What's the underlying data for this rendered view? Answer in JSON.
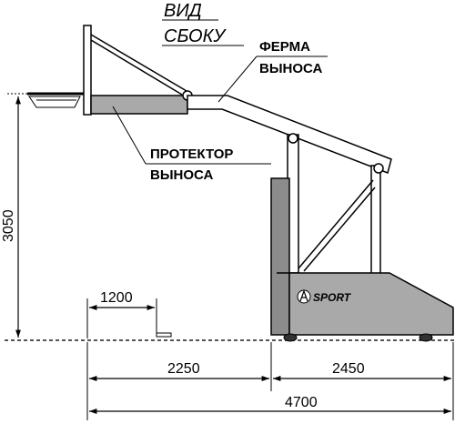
{
  "title": {
    "line1": "ВИД",
    "line2": "СБОКУ"
  },
  "labels": {
    "truss": {
      "line1": "ФЕРМА",
      "line2": "ВЫНОСА"
    },
    "protector": {
      "line1": "ПРОТЕКТОР",
      "line2": "ВЫНОСА"
    }
  },
  "brand": "SPORT",
  "dimensions": {
    "height": "3050",
    "overhang": "1200",
    "reach": "2250",
    "base": "2450",
    "total": "4700"
  },
  "colors": {
    "line": "#000000",
    "base_fill": "#a9a9a9",
    "base_dark": "#8c8c8c",
    "ground": "#555555"
  }
}
